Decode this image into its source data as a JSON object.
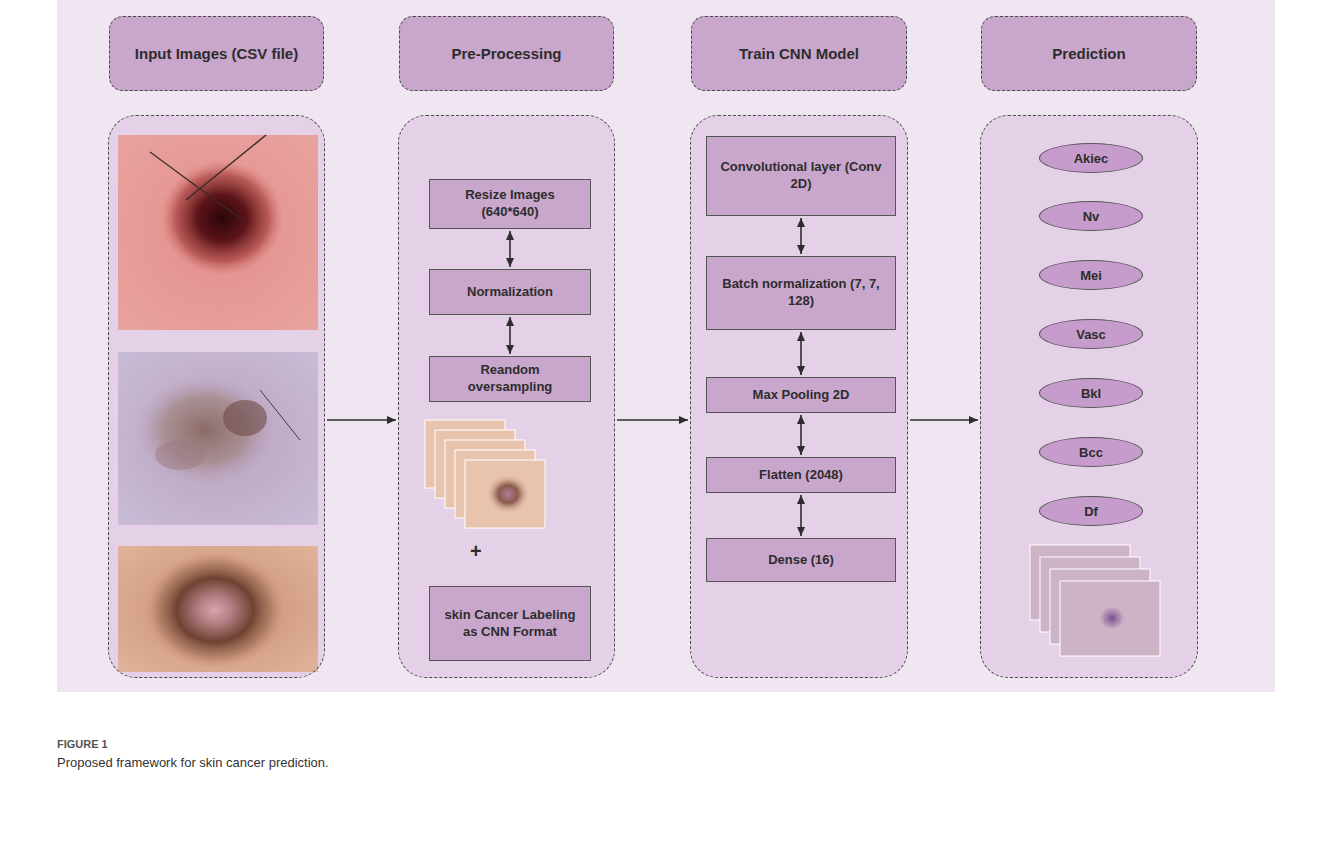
{
  "diagram": {
    "caption": "Proposed framework for skin cancer prediction.",
    "nodes": [
      {
        "text": [
          "Input Images (CSV file)"
        ]
      },
      {
        "text": [
          "Pre-Processing"
        ]
      },
      {
        "text": [
          "Resize Images (640*640)"
        ],
        "in": 1
      },
      {
        "text": [
          "Normalization"
        ],
        "in": 1
      },
      {
        "text": [
          "Reandom oversampling"
        ],
        "in": 1
      },
      {
        "text": [
          "skin Cancer Labeling as CNN Format"
        ],
        "in": 1
      },
      {
        "text": [
          "Train CNN Model"
        ]
      },
      {
        "text": [
          "Convolutional layer (Conv 2D)"
        ],
        "in": 6
      },
      {
        "text": [
          "Batch normalization (7, 7, 128)"
        ],
        "in": 6
      },
      {
        "text": [
          "Max Pooling 2D"
        ],
        "in": 6
      },
      {
        "text": [
          "Flatten (2048)"
        ],
        "in": 6
      },
      {
        "text": [
          "Dense (16)"
        ],
        "in": 6
      },
      {
        "text": [
          "Prediction"
        ]
      },
      {
        "text": [
          "Akiec"
        ],
        "in": 12
      },
      {
        "text": [
          "Nv"
        ],
        "in": 12
      },
      {
        "text": [
          "Mei"
        ],
        "in": 12
      },
      {
        "text": [
          "Vasc"
        ],
        "in": 12
      },
      {
        "text": [
          "Bkl"
        ],
        "in": 12
      },
      {
        "text": [
          "Bcc"
        ],
        "in": 12
      },
      {
        "text": [
          "Df"
        ],
        "in": 12
      }
    ],
    "edges": [
      {
        "from": 0,
        "to": 1,
        "arrow": "to"
      },
      {
        "from": 1,
        "to": 6,
        "arrow": "to"
      },
      {
        "from": 6,
        "to": 12,
        "arrow": "to"
      },
      {
        "from": 2,
        "to": 3,
        "arrow": "both"
      },
      {
        "from": 3,
        "to": 4,
        "arrow": "both"
      },
      {
        "from": 7,
        "to": 8,
        "arrow": "both"
      },
      {
        "from": 8,
        "to": 9,
        "arrow": "both"
      },
      {
        "from": 9,
        "to": 10,
        "arrow": "both"
      },
      {
        "from": 10,
        "to": 11,
        "arrow": "both"
      }
    ],
    "labels": [
      "+",
      "FIGURE 1"
    ]
  }
}
